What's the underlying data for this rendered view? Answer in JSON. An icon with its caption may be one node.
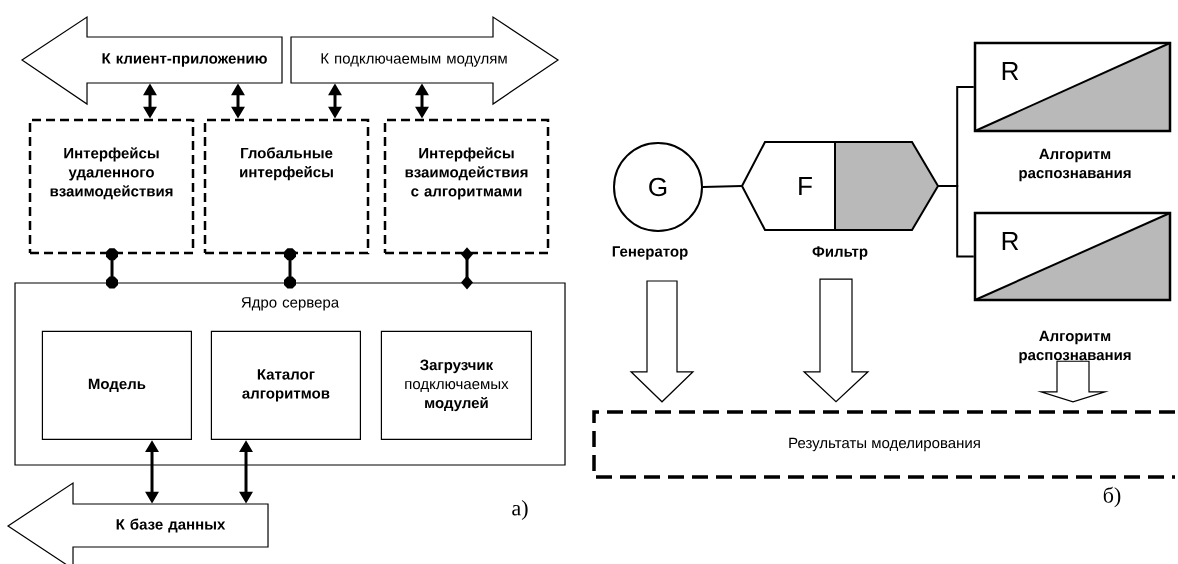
{
  "diagram": {
    "nodes": [
      {
        "text": [
          "К клиент-приложению"
        ]
      },
      {
        "text": [
          "К подключаемым модулям"
        ]
      },
      {
        "text": [
          "Интерфейсы удаленного взаимодействия"
        ]
      },
      {
        "text": [
          "Глобальные интерфейсы"
        ]
      },
      {
        "text": [
          "Интерфейсы взаимодействия с алгоритмами"
        ]
      },
      {
        "text": [
          "Ядро сервера"
        ]
      },
      {
        "text": [
          "Модель"
        ],
        "in": 5
      },
      {
        "text": [
          "Каталог алгоритмов"
        ],
        "in": 5
      },
      {
        "text": [
          "**Загрузчик** подключаемых **модулей**"
        ],
        "in": 5
      },
      {
        "text": [
          "К базе данных"
        ]
      },
      {
        "text": [
          "G"
        ],
        "beside": [
          "Генератор"
        ]
      },
      {
        "text": [
          "F"
        ],
        "beside": [
          "Фильтр"
        ]
      },
      {
        "text": [
          "R"
        ],
        "beside": [
          "Алгоритм распознавания"
        ]
      },
      {
        "text": [
          "R"
        ],
        "beside": [
          "Алгоритм распознавания"
        ]
      },
      {
        "text": [
          "Результаты моделирования"
        ]
      }
    ],
    "edges": [
      {
        "from": 0,
        "to": 2,
        "arrow": "both"
      },
      {
        "from": 0,
        "to": 3,
        "arrow": "both"
      },
      {
        "from": 1,
        "to": 3,
        "arrow": "both"
      },
      {
        "from": 1,
        "to": 4,
        "arrow": "both"
      },
      {
        "from": 2,
        "to": 5,
        "arrow": "other"
      },
      {
        "from": 3,
        "to": 5,
        "arrow": "other"
      },
      {
        "from": 4,
        "to": 5,
        "arrow": "other"
      },
      {
        "from": 6,
        "to": 9,
        "arrow": "both"
      },
      {
        "from": 7,
        "to": 9,
        "arrow": "both"
      },
      {
        "from": 10,
        "to": 11,
        "arrow": "none"
      },
      {
        "from": 11,
        "to": 12,
        "arrow": "none"
      },
      {
        "from": 11,
        "to": 13,
        "arrow": "none"
      },
      {
        "from": 10,
        "to": 14,
        "arrow": "to"
      },
      {
        "from": 11,
        "to": 14,
        "arrow": "to"
      },
      {
        "from": 13,
        "to": 14,
        "arrow": "to"
      }
    ],
    "labels": [
      "а)",
      "б)"
    ]
  }
}
